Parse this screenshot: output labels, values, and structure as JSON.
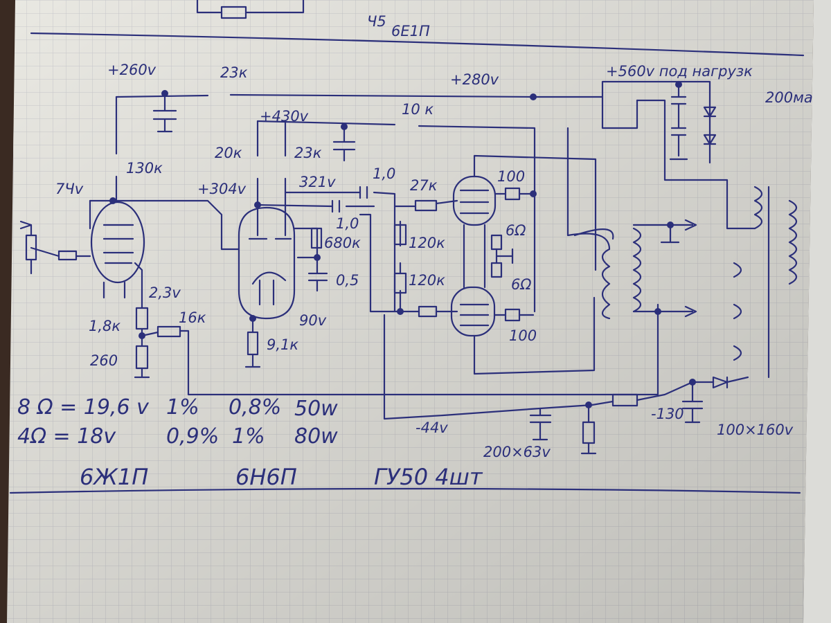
{
  "labels": {
    "top_v1": "Ч5",
    "top_tube": "6Е1П",
    "v260": "+260v",
    "r23k_top": "23к",
    "v280": "+280v",
    "v560": "+560v под нагрузк",
    "load_ma": "200мa",
    "v430": "+430v",
    "r10k": "10 к",
    "r20k": "20к",
    "r23k_mid": "23к",
    "r130k": "130к",
    "v7": "7Чv",
    "v304": "+304v",
    "v321": "321v",
    "c1_0_top": "1,0",
    "r27k": "27к",
    "r100_top": "100",
    "c1_0_mid": "1,0",
    "r680k": "680к",
    "r120k_a": "120к",
    "r6_a": "6Ω",
    "c0_5": "0,5",
    "r120k_b": "120к",
    "r6_b": "6Ω",
    "v2_3": "2,3v",
    "r16k": "16к",
    "v90": "90v",
    "r1_8k": "1,8к",
    "r100_bot": "100",
    "r9_1k": "9,1к",
    "r260": "260",
    "v_neg44": "-44v",
    "v_neg130": "-130",
    "c100x160": "100×160v",
    "c200x63": "200×63v"
  },
  "table": {
    "row1": {
      "load": "8 Ω = 19,6 v",
      "thd1": "1%",
      "thd2": "0,8%",
      "power": "50w"
    },
    "row2": {
      "load": "4Ω = 18v",
      "thd1": "0,9%",
      "thd2": "1%",
      "power": "80w"
    }
  },
  "tubes": {
    "t1": "6Ж1П",
    "t2": "6Н6П",
    "t3": "ГУ50 4шт"
  },
  "colors": {
    "ink": "#2b2f7a",
    "paper": "#e9e8e2",
    "grid": "#c9c9cc"
  }
}
